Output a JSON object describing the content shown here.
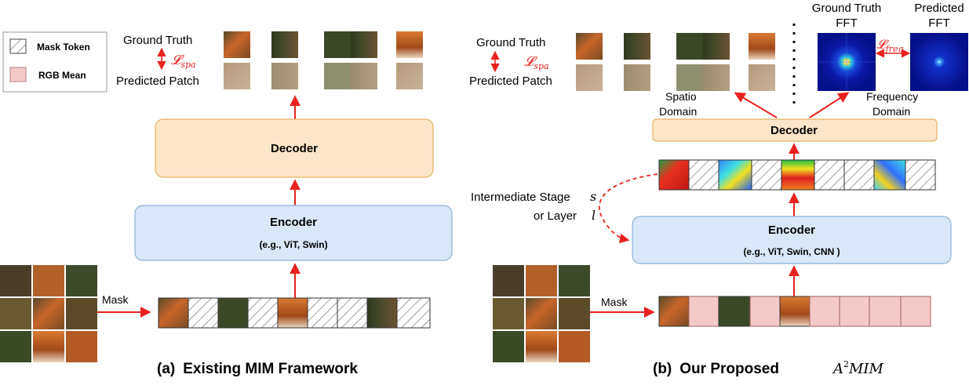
{
  "legend": {
    "mask_token": "Mask Token",
    "rgb_mean": "RGB Mean"
  },
  "left": {
    "ground_truth": "Ground Truth",
    "predicted_patch": "Predicted Patch",
    "loss_label": "𝓛",
    "loss_subscript": "spa",
    "decoder": "Decoder",
    "encoder": "Encoder",
    "encoder_sub": "(e.g., ViT, Swin)",
    "mask": "Mask",
    "caption_prefix": "(a)",
    "caption_text": "Existing MIM Framework"
  },
  "right": {
    "ground_truth": "Ground Truth",
    "predicted_patch": "Predicted Patch",
    "loss_label": "𝓛",
    "loss_subscript": "spa",
    "freq_loss_label": "𝓛",
    "freq_loss_subscript": "freq",
    "spatio_domain_1": "Spatio",
    "spatio_domain_2": "Domain",
    "frequency_domain_1": "Frequency",
    "frequency_domain_2": "Domain",
    "gt_fft_1": "Ground Truth",
    "gt_fft_2": "FFT",
    "pred_fft_1": "Predicted",
    "pred_fft_2": "FFT",
    "decoder": "Decoder",
    "encoder": "Encoder",
    "encoder_sub": "(e.g., ViT, Swin, CNN )",
    "intermediate_1": "Intermediate Stage",
    "intermediate_var1": "s",
    "intermediate_2": "or Layer",
    "intermediate_var2": "l",
    "mask": "Mask",
    "caption_prefix": "(b)",
    "caption_text": "Our Proposed",
    "caption_math": "A",
    "caption_sup": "2",
    "caption_math_2": "MIM"
  },
  "colors": {
    "arrow": "#e8221e",
    "decoder_fill": "#fde6c8",
    "decoder_stroke": "#e2b263",
    "encoder_fill": "#dae7f8",
    "encoder_stroke": "#8eb1d9",
    "rgb_mean": "#f6c9c9",
    "fox_orange": "#c8662a",
    "grass": "#4a4a2c"
  }
}
